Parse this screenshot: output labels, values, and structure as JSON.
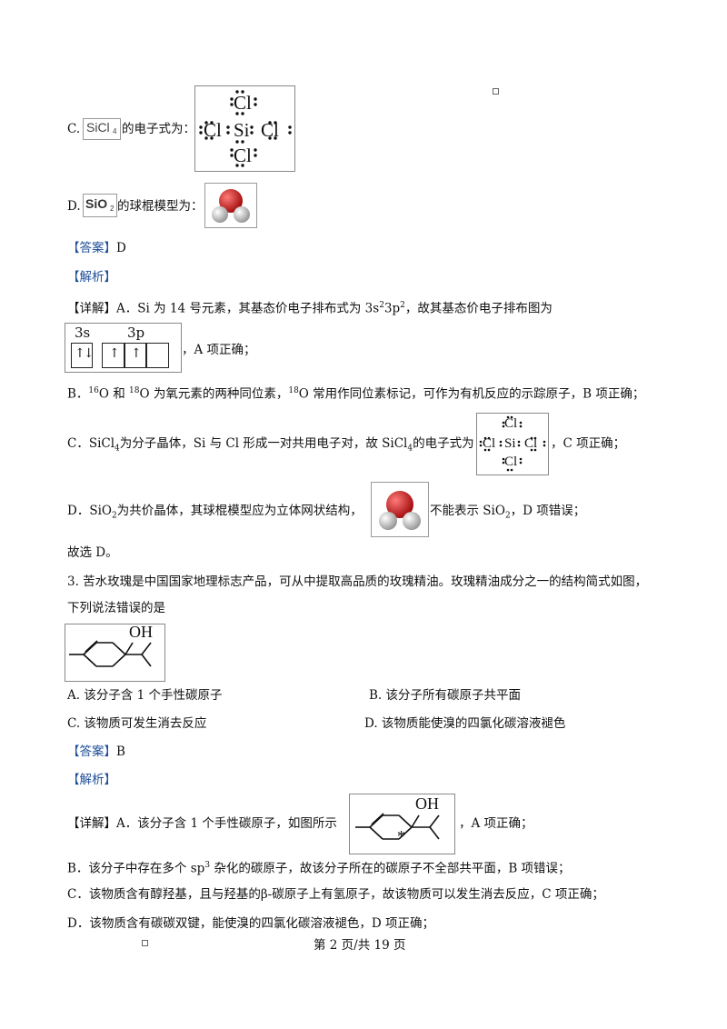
{
  "c_option": {
    "letter": "C.",
    "formula_img": "SiCl",
    "formula_sub": "4",
    "text": "的电子式为：",
    "lewis": {
      "top": "Cl",
      "left": "Cl",
      "center": "Si",
      "right": "Cl",
      "bottom": "Cl"
    }
  },
  "d_option": {
    "letter": "D.",
    "formula_img": "SiO",
    "formula_sub": "2",
    "text": "的球棍模型为："
  },
  "answer1": {
    "label": "【答案】",
    "value": "D"
  },
  "analysis1": {
    "label": "【解析】"
  },
  "detail_a": {
    "label": "【详解】",
    "text_1": "A．Si 为 14 号元素，其基态价电子排布式为 3s",
    "sup_1": "2",
    "text_2": "3p",
    "sup_2": "2",
    "text_3": "，故其基态价电子排布图为",
    "orbital_3s": "3s",
    "orbital_3p": "3p",
    "arrow_pair": "↑↓",
    "arrow_up": "↑",
    "after_diagram": "，A 项正确；"
  },
  "detail_b": {
    "text_1": "B．",
    "sup_16": "16",
    "text_2": "O 和 ",
    "sup_18": "18",
    "text_3": "O 为氧元素的两种同位素，",
    "sup_18b": "18",
    "text_4": "O 常用作同位素标记，可作为有机反应的示踪原子，B 项正确；"
  },
  "detail_c": {
    "text_1": "C．SiCl",
    "sub_1": "4",
    "text_2": "为分子晶体，Si 与 Cl 形成一对共用电子对，故 SiCl",
    "sub_2": "4",
    "text_3": "的电子式为",
    "after": "，C 项正确；"
  },
  "detail_d": {
    "text_1": "D．SiO",
    "sub_1": "2",
    "text_2": "为共价晶体，其球棍模型应为立体网状结构，",
    "text_3": "不能表示 SiO",
    "sub_2": "2",
    "text_4": "，D 项错误；"
  },
  "choose1": "故选 D。",
  "q3": {
    "line1": "3. 苦水玫瑰是中国国家地理标志产品，可从中提取高品质的玫瑰精油。玫瑰精油成分之一的结构简式如图，",
    "line2": "下列说法错误的是",
    "oh_label": "OH"
  },
  "q3_options": {
    "a": "A. 该分子含 1 个手性碳原子",
    "b": "B. 该分子所有碳原子共平面",
    "c": "C. 该物质可发生消去反应",
    "d": "D. 该物质能使溴的四氯化碳溶液褪色"
  },
  "answer2": {
    "label": "【答案】",
    "value": "B"
  },
  "analysis2": {
    "label": "【解析】"
  },
  "detail2_a": {
    "label": "【详解】",
    "text": "A．该分子含 1 个手性碳原子，如图所示",
    "after": "，A 项正确；",
    "oh_label": "OH",
    "star": "*"
  },
  "detail2_b": {
    "text_1": "B．该分子中存在多个 sp",
    "sup": "3",
    "text_2": " 杂化的碳原子，故该分子所在的碳原子不全部共平面，B 项错误；"
  },
  "detail2_c": "C．该物质含有醇羟基，且与羟基的β-碳原子上有氢原子，故该物质可以发生消去反应，C 项正确；",
  "detail2_d": "D．该物质含有碳碳双键，能使溴的四氯化碳溶液褪色，D 项正确；",
  "footer": "第 2 页/共 19 页",
  "colors": {
    "bracket": "#1f4f9a",
    "ball_red": "#cc1c1c",
    "ball_gray": "#cfcfcf"
  }
}
